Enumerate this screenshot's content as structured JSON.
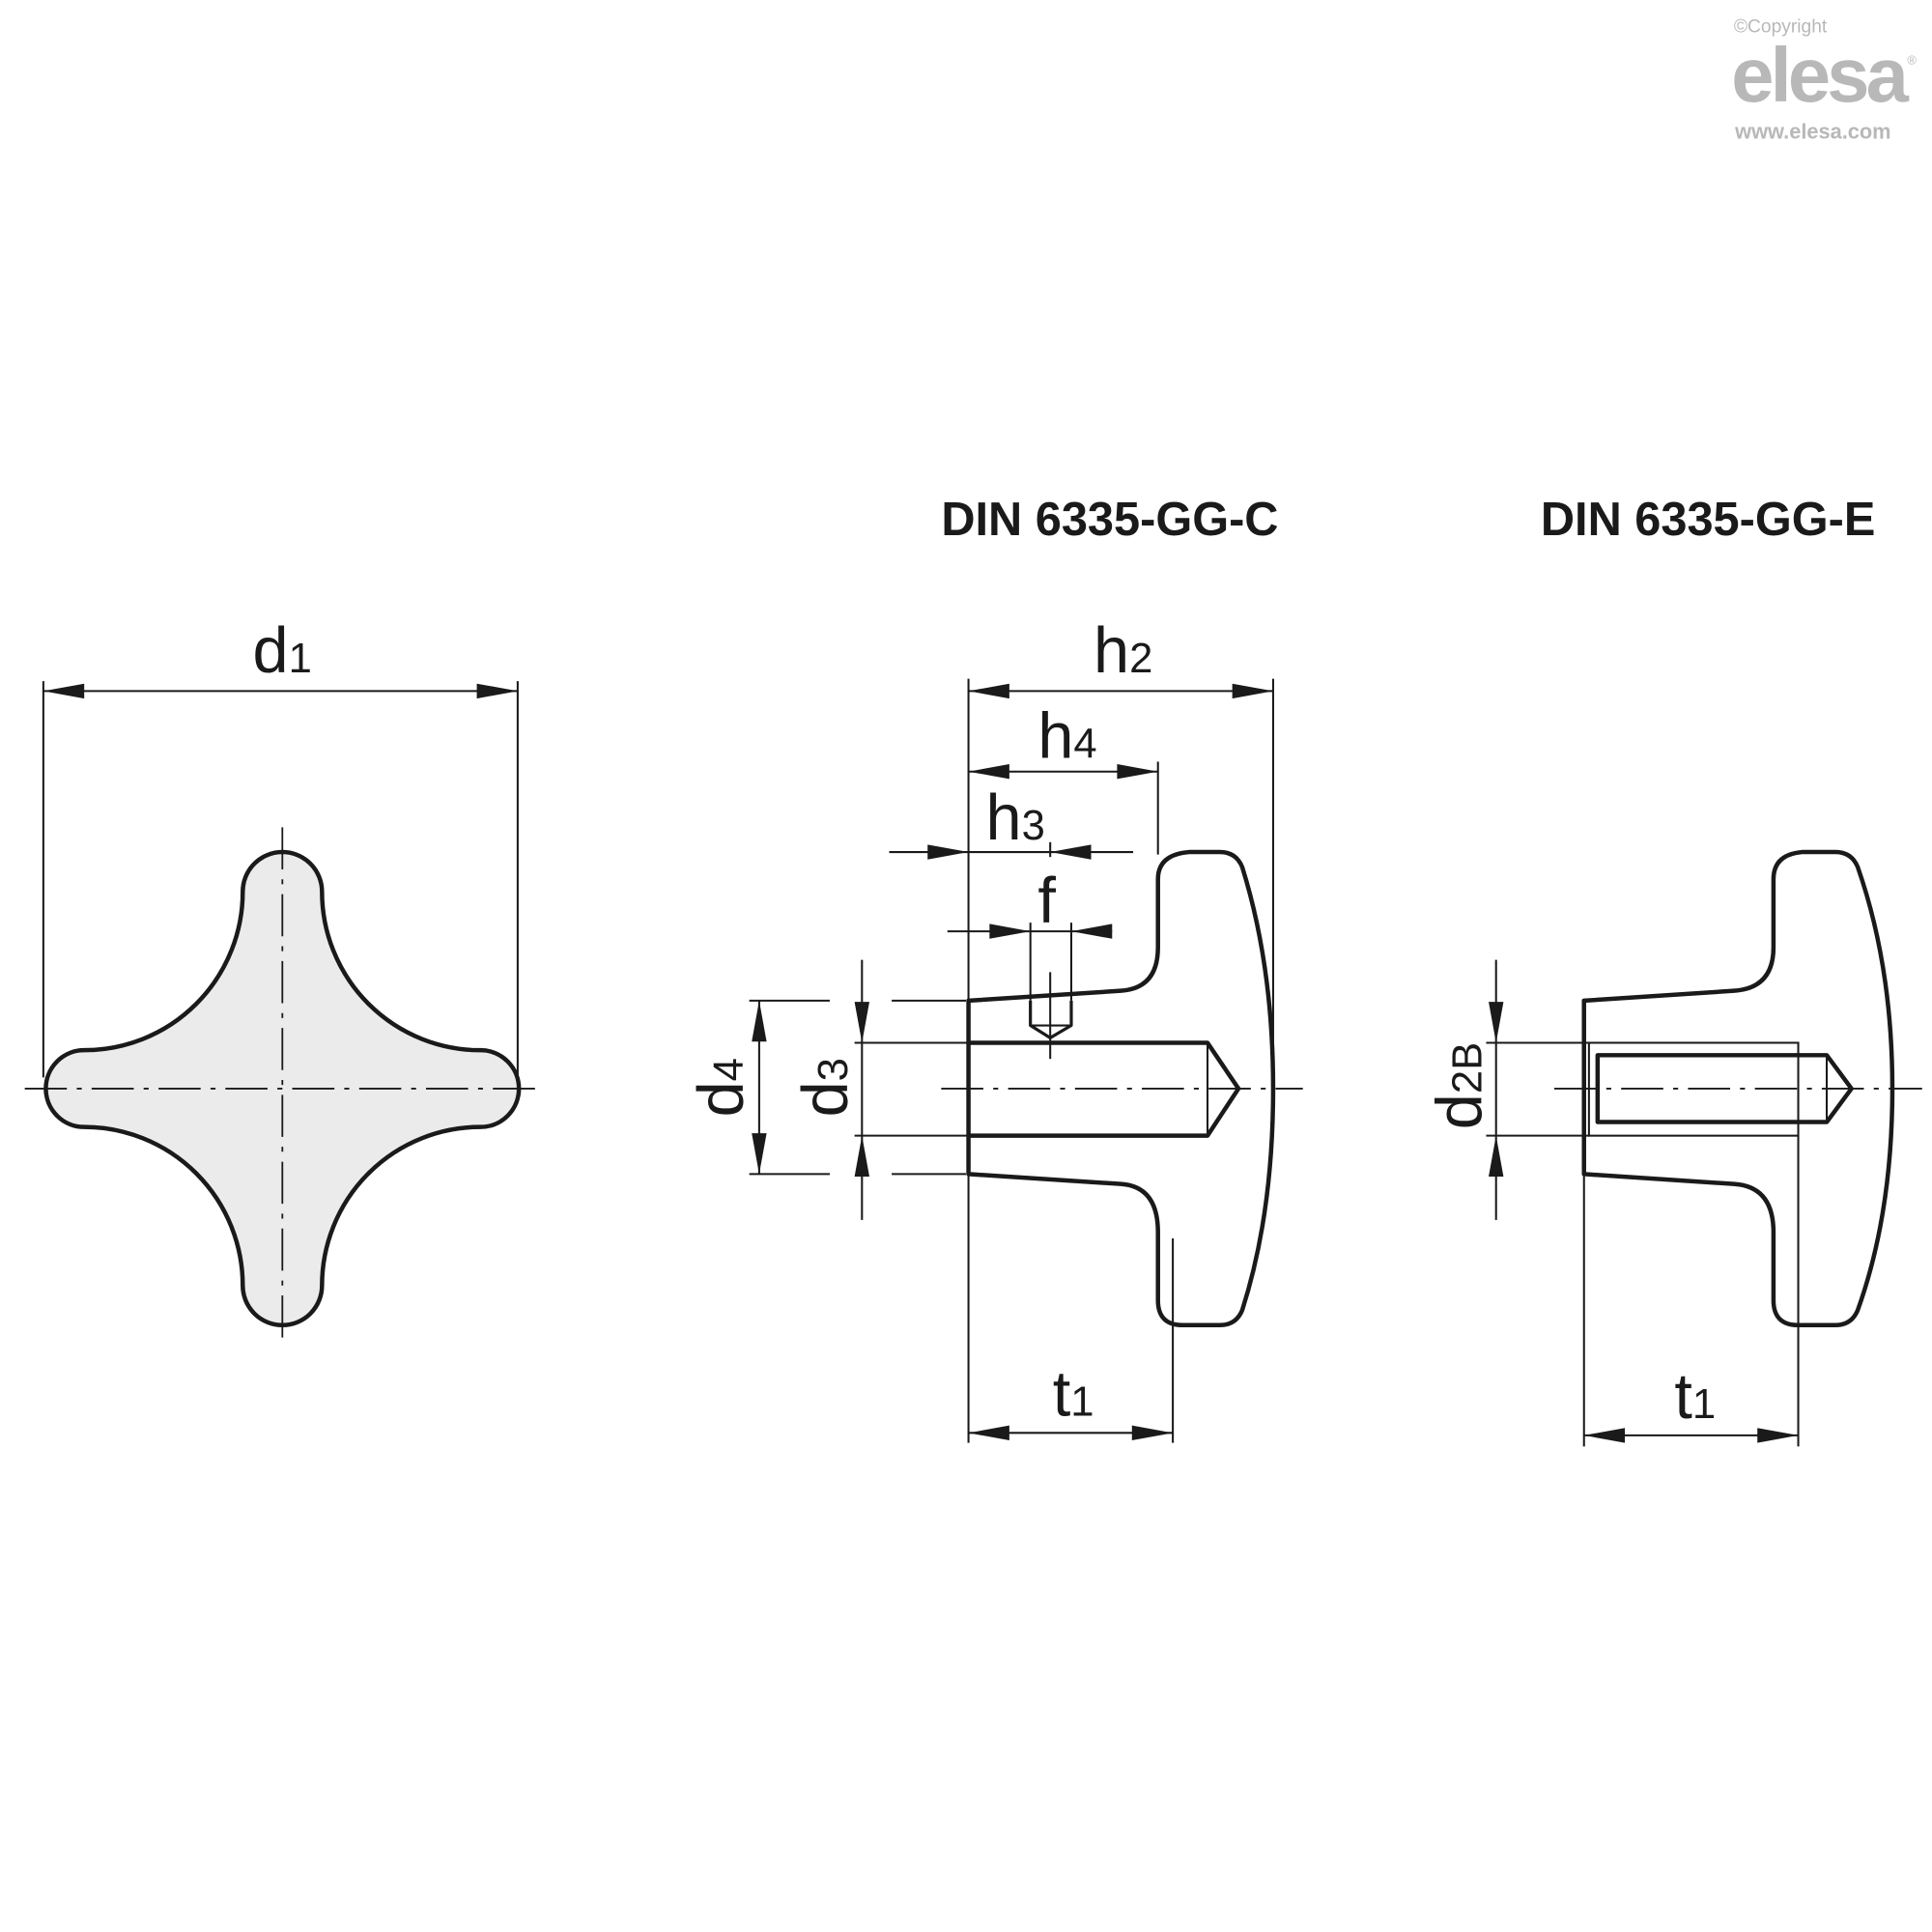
{
  "logo": {
    "copyright": "©Copyright",
    "brand": "elesa",
    "registered": "®",
    "url": "www.elesa.com"
  },
  "titles": {
    "variant_c": "DIN 6335-GG-C",
    "variant_e": "DIN 6335-GG-E"
  },
  "labels": {
    "d1": {
      "main": "d",
      "sub": "1"
    },
    "h2": {
      "main": "h",
      "sub": "2"
    },
    "h4": {
      "main": "h",
      "sub": "4"
    },
    "h3": {
      "main": "h",
      "sub": "3"
    },
    "f": {
      "main": "f"
    },
    "d4": {
      "main": "d",
      "sub": "4"
    },
    "d3": {
      "main": "d",
      "sub": "3"
    },
    "t1_c": {
      "main": "t",
      "sub": "1"
    },
    "d2B": {
      "main": "d",
      "sub": "2B"
    },
    "t1_e": {
      "main": "t",
      "sub": "1"
    }
  },
  "colors": {
    "fill": "#ebebeb",
    "line": "#1a1a1a",
    "logo": "#b8b8b8"
  }
}
